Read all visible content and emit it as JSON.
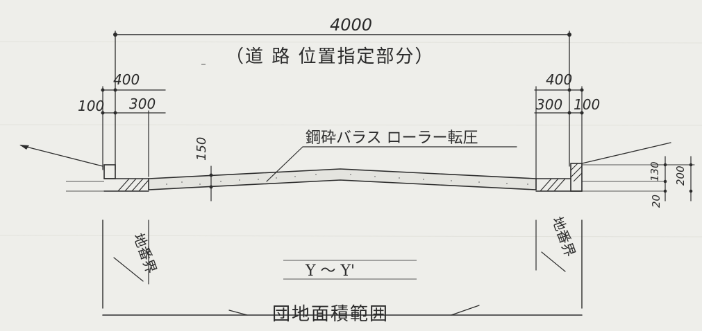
{
  "dimensions": {
    "overall_width": "4000",
    "left_total": "400",
    "left_outer": "100",
    "left_inner": "300",
    "right_total": "400",
    "right_inner": "300",
    "right_outer": "100",
    "pavement_thickness": "150",
    "right_upper": "130",
    "right_total_height": "200",
    "right_lower": "20"
  },
  "labels": {
    "road_position": "（道 路 位置指定部分）",
    "material": "鋼砕バラス ローラー転圧",
    "boundary_left": "地番界",
    "boundary_right": "地番界",
    "section": "Y ～ Y'",
    "site_area": "団地面積範囲"
  },
  "colors": {
    "paper": "#eeeeea",
    "ink": "#2c2c2c"
  }
}
